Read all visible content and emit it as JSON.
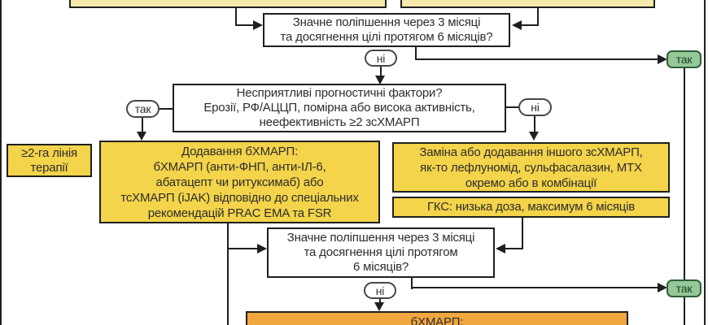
{
  "labels": {
    "yes": "так",
    "no": "ні"
  },
  "colors": {
    "box_yellow": "#F3D44A",
    "box_pale_yellow": "#F7E9AB",
    "box_orange": "#F1A640",
    "yes_node_green": "#95C897",
    "yes_node_border": "#2F5F38",
    "line_black": "#1F1F1F"
  },
  "flow": {
    "decision1": {
      "lines": [
        "Значне поліпшення через 3 місяці",
        "та досягнення цілі протягом 6 місяців?"
      ]
    },
    "decision2": {
      "lines": [
        "Несприятливі прогностичні фактори?",
        "Ерозії, РФ/АЦЦП, помірна або висока активність,",
        "неефективність ≥2 зсХМАРП"
      ]
    },
    "stage_label": {
      "lines": [
        "≥2-га лінія",
        "терапії"
      ]
    },
    "add_bdmard": {
      "lines": [
        "Додавання бХМАРП:",
        "бХМАРП (анти-ФНП, анти-ІЛ-6,",
        "абатацепт чи ритуксимаб) або",
        "тсХМАРП (іJAK) відповідно до спеціальних",
        "рекомендацій PRAC EMA та FSR"
      ]
    },
    "switch_csdmard": {
      "lines": [
        "Заміна або додавання іншого зсХМАРП,",
        "як-то лефлуномід, сульфасалазин, MTX",
        "окремо або в комбінації"
      ]
    },
    "gcs": {
      "text": "ГКС: низька доза, максимум 6 місяців"
    },
    "decision3": {
      "lines": [
        "Значне поліпшення через 3 місяці",
        "та досягнення цілі протягом",
        "6 місяців?"
      ]
    },
    "bdmard_bottom": {
      "text": "бХМАРП:"
    }
  }
}
